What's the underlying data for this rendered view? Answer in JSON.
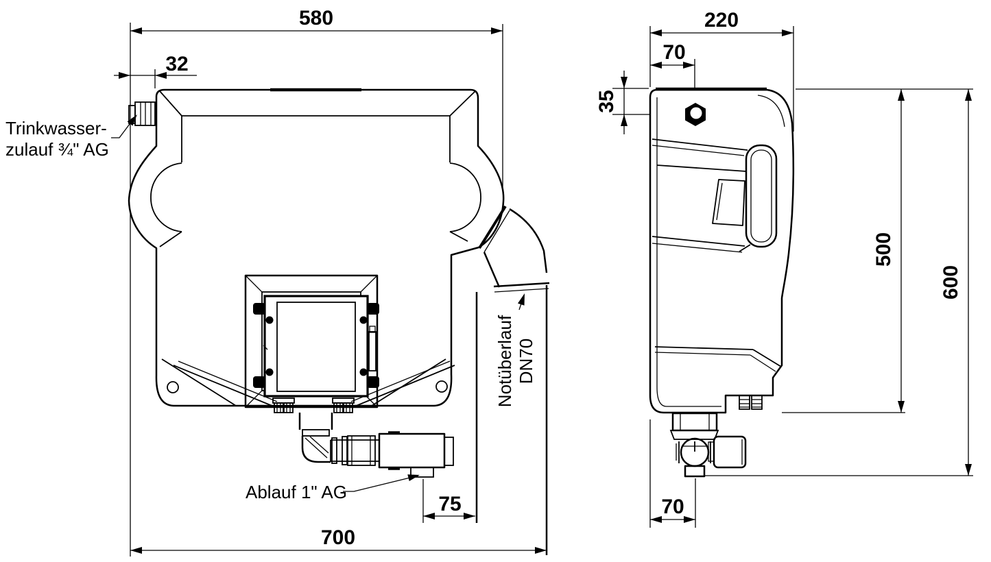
{
  "drawing": {
    "title": "tank-technical-drawing",
    "colors": {
      "line": "#000000",
      "background": "#ffffff"
    },
    "front_view": {
      "dims": {
        "top_width": "580",
        "inlet_offset": "32",
        "total_width": "700",
        "drain_offset": "75"
      },
      "labels": {
        "inlet_line1": "Trinkwasser-",
        "inlet_line2": "zulauf ¾\" AG",
        "drain": "Ablauf 1\" AG",
        "overflow_line1": "Notüberlauf",
        "overflow_line2": "DN70"
      }
    },
    "side_view": {
      "dims": {
        "depth": "220",
        "hole_offset_h": "70",
        "hole_offset_v": "35",
        "body_height": "500",
        "total_height": "600",
        "valve_offset": "70"
      }
    }
  }
}
